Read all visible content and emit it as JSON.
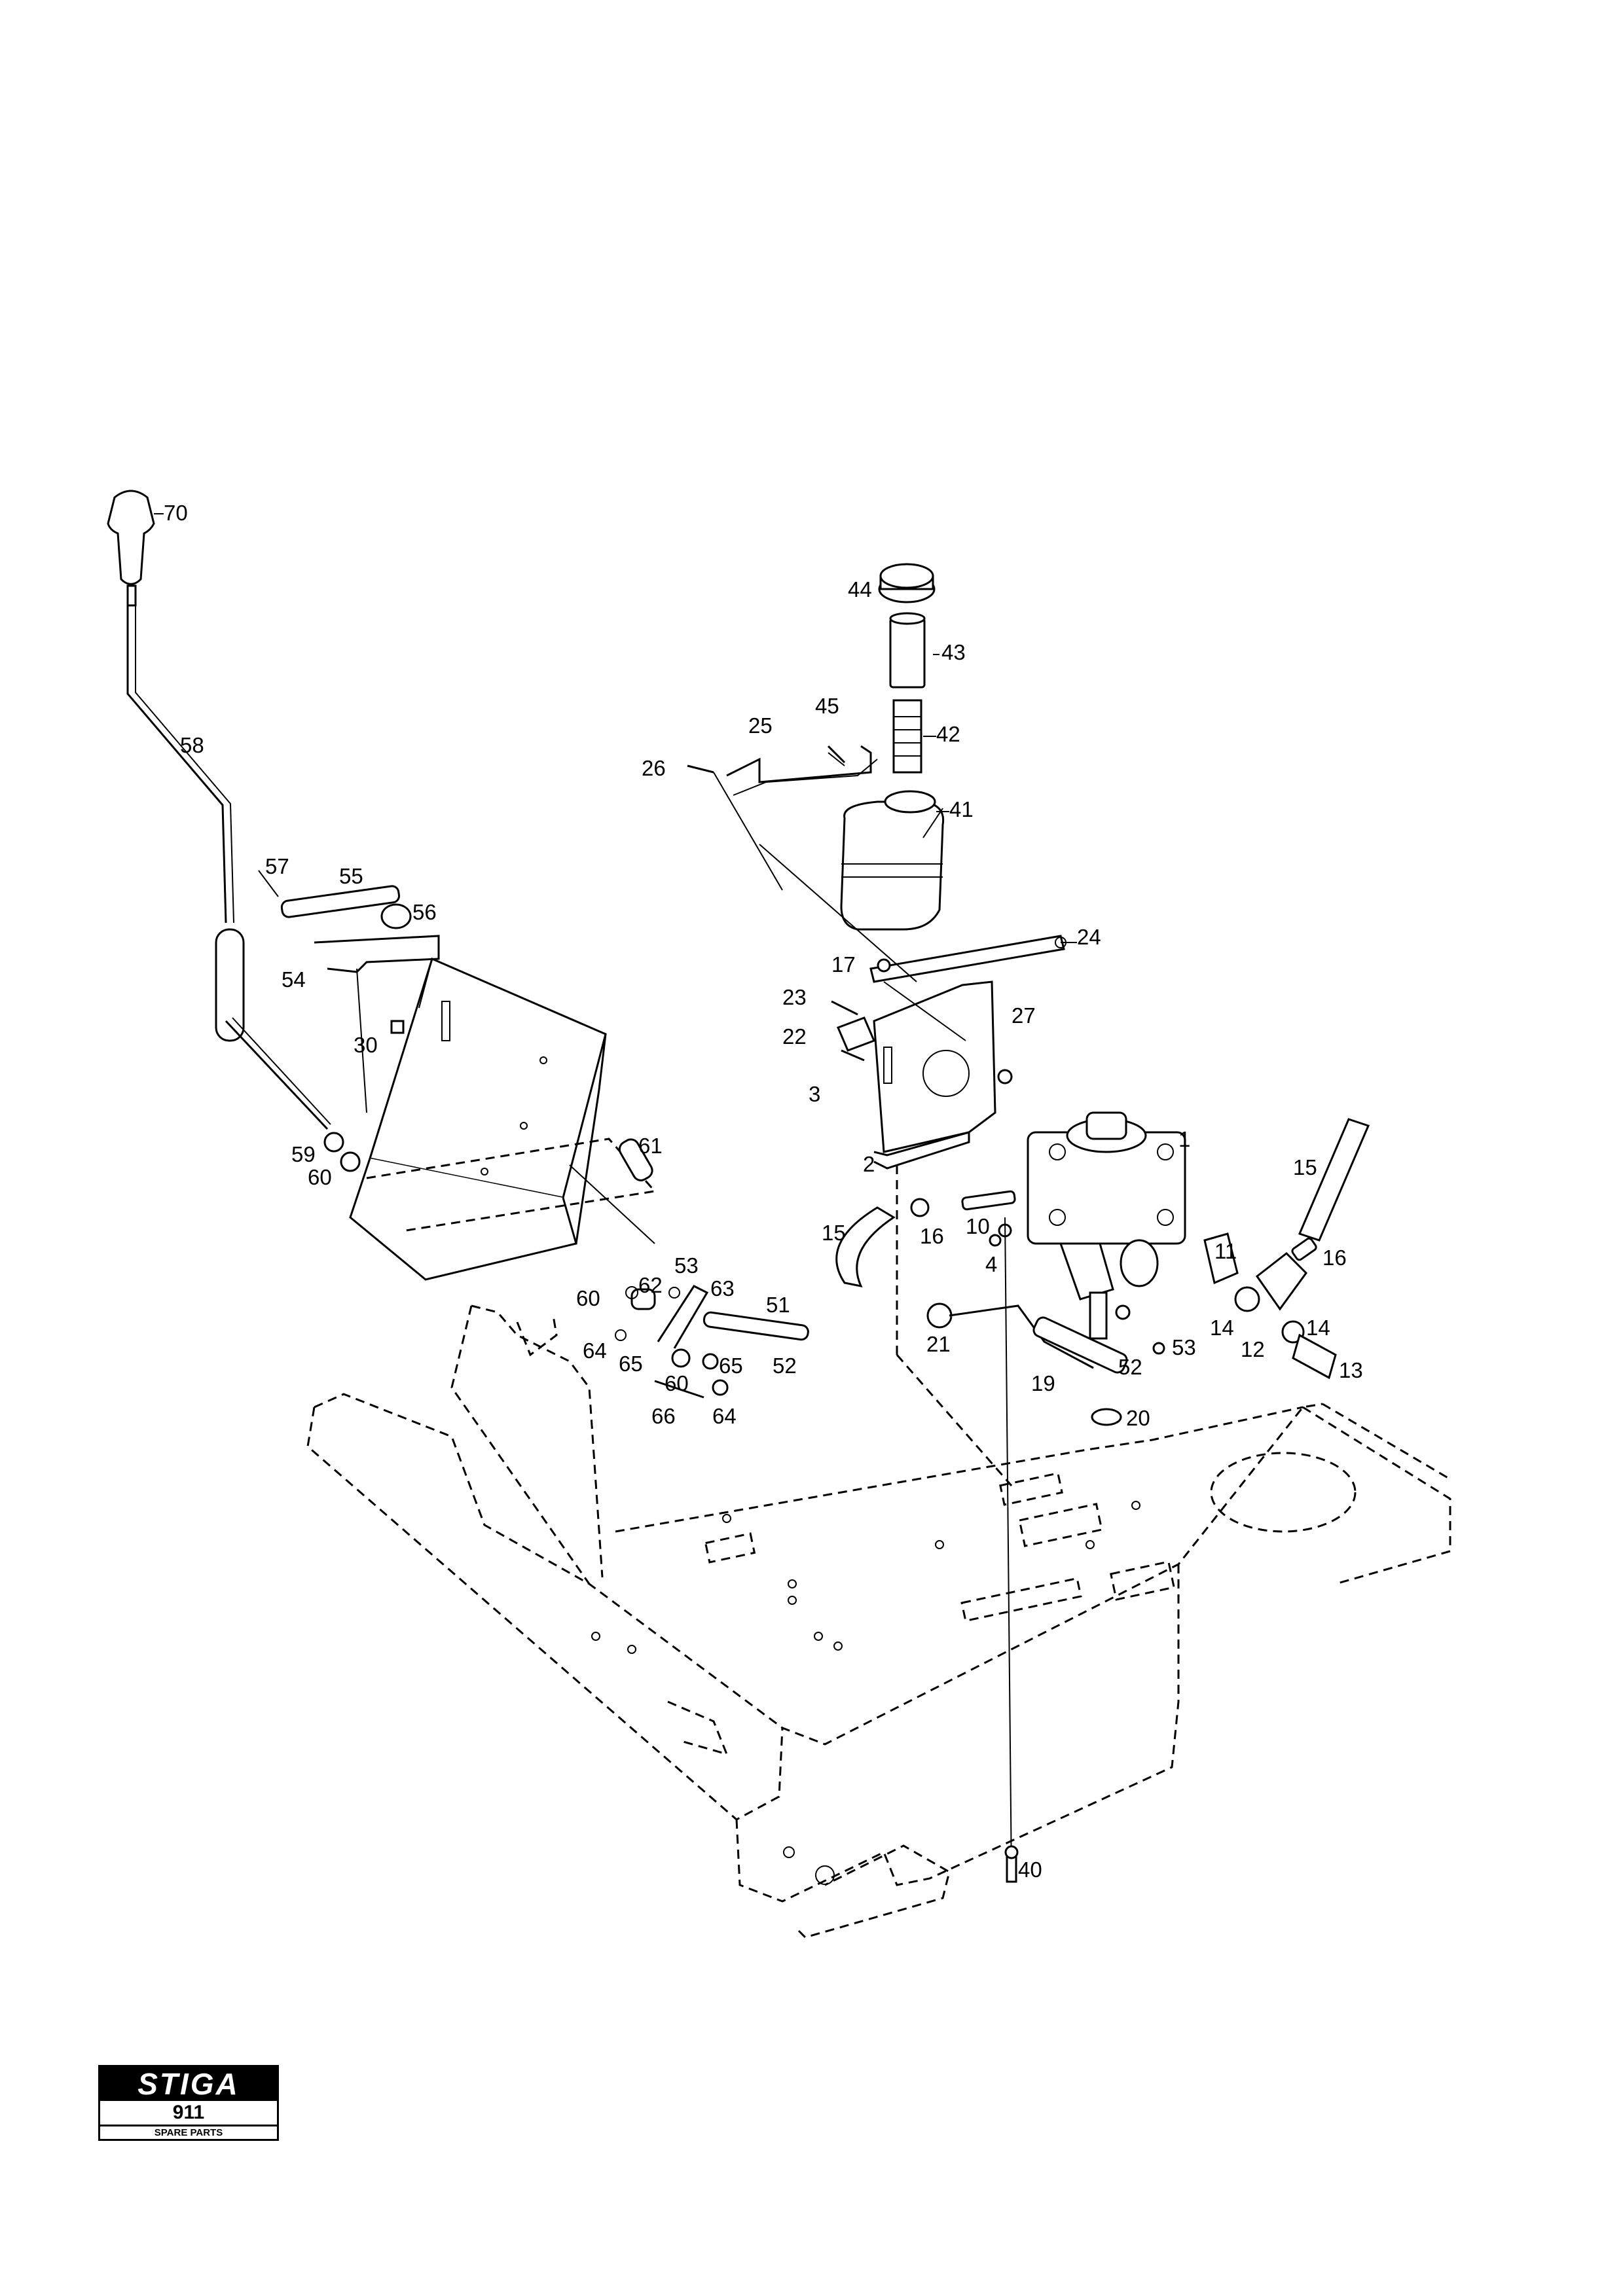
{
  "brand": {
    "logo_text": "STIGA",
    "model": "911",
    "subtitle": "SPARE PARTS"
  },
  "callouts": [
    {
      "id": "70",
      "text": "70"
    },
    {
      "id": "58",
      "text": "58"
    },
    {
      "id": "57",
      "text": "57"
    },
    {
      "id": "55",
      "text": "55"
    },
    {
      "id": "56",
      "text": "56"
    },
    {
      "id": "54",
      "text": "54"
    },
    {
      "id": "30",
      "text": "30"
    },
    {
      "id": "59",
      "text": "59"
    },
    {
      "id": "60a",
      "text": "60"
    },
    {
      "id": "61",
      "text": "61"
    },
    {
      "id": "60b",
      "text": "60"
    },
    {
      "id": "62",
      "text": "62"
    },
    {
      "id": "53a",
      "text": "53"
    },
    {
      "id": "63",
      "text": "63"
    },
    {
      "id": "51",
      "text": "51"
    },
    {
      "id": "64a",
      "text": "64"
    },
    {
      "id": "65a",
      "text": "65"
    },
    {
      "id": "65b",
      "text": "65"
    },
    {
      "id": "52a",
      "text": "52"
    },
    {
      "id": "60c",
      "text": "60"
    },
    {
      "id": "66",
      "text": "66"
    },
    {
      "id": "64b",
      "text": "64"
    },
    {
      "id": "44",
      "text": "44"
    },
    {
      "id": "43",
      "text": "43"
    },
    {
      "id": "45",
      "text": "45"
    },
    {
      "id": "42",
      "text": "42"
    },
    {
      "id": "25",
      "text": "25"
    },
    {
      "id": "26",
      "text": "26"
    },
    {
      "id": "41",
      "text": "41"
    },
    {
      "id": "24",
      "text": "24"
    },
    {
      "id": "17",
      "text": "17"
    },
    {
      "id": "23",
      "text": "23"
    },
    {
      "id": "22",
      "text": "22"
    },
    {
      "id": "27",
      "text": "27"
    },
    {
      "id": "3",
      "text": "3"
    },
    {
      "id": "2",
      "text": "2"
    },
    {
      "id": "1",
      "text": "1"
    },
    {
      "id": "15a",
      "text": "15"
    },
    {
      "id": "15b",
      "text": "15"
    },
    {
      "id": "10",
      "text": "10"
    },
    {
      "id": "16a",
      "text": "16"
    },
    {
      "id": "16b",
      "text": "16"
    },
    {
      "id": "4",
      "text": "4"
    },
    {
      "id": "11",
      "text": "11"
    },
    {
      "id": "14a",
      "text": "14"
    },
    {
      "id": "14b",
      "text": "14"
    },
    {
      "id": "12",
      "text": "12"
    },
    {
      "id": "13",
      "text": "13"
    },
    {
      "id": "21",
      "text": "21"
    },
    {
      "id": "53b",
      "text": "53"
    },
    {
      "id": "52b",
      "text": "52"
    },
    {
      "id": "19",
      "text": "19"
    },
    {
      "id": "20",
      "text": "20"
    },
    {
      "id": "40",
      "text": "40"
    }
  ]
}
